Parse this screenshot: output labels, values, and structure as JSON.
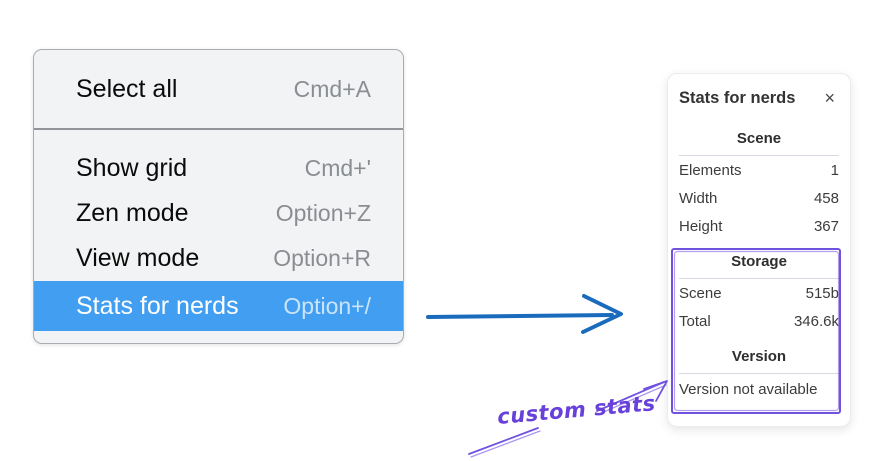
{
  "context_menu": {
    "highlight_color": "#429ef0",
    "sections": [
      {
        "items": [
          {
            "label": "Select all",
            "shortcut": "Cmd+A",
            "highlighted": false
          }
        ]
      },
      {
        "items": [
          {
            "label": "Show grid",
            "shortcut": "Cmd+'",
            "highlighted": false
          },
          {
            "label": "Zen mode",
            "shortcut": "Option+Z",
            "highlighted": false
          },
          {
            "label": "View mode",
            "shortcut": "Option+R",
            "highlighted": false
          },
          {
            "label": "Stats for nerds",
            "shortcut": "Option+/",
            "highlighted": true
          }
        ]
      }
    ]
  },
  "stats_panel": {
    "title": "Stats for nerds",
    "close_icon": "×",
    "sections": [
      {
        "header": "Scene",
        "rows": [
          {
            "label": "Elements",
            "value": "1"
          },
          {
            "label": "Width",
            "value": "458"
          },
          {
            "label": "Height",
            "value": "367"
          }
        ]
      },
      {
        "header": "Storage",
        "rows": [
          {
            "label": "Scene",
            "value": "515b"
          },
          {
            "label": "Total",
            "value": "346.6k"
          }
        ]
      },
      {
        "header": "Version",
        "rows": [],
        "note": "Version not available"
      }
    ]
  },
  "annotations": {
    "flow_arrow_color": "#1b6bbd",
    "highlight_box_color": "#7152df",
    "label": "custom stats",
    "label_color": "#6741d9"
  }
}
